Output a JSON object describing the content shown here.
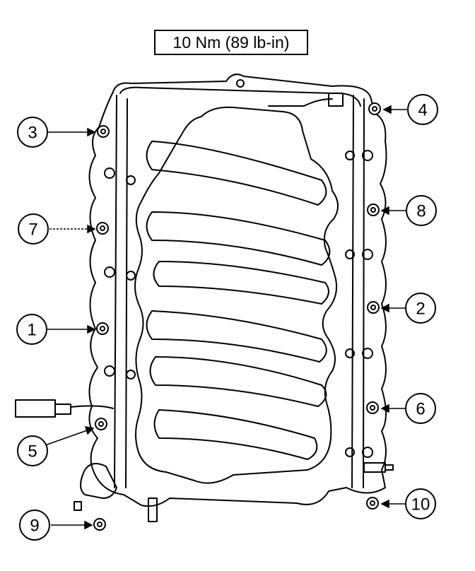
{
  "torque_spec": "10 Nm (89 lb-in)",
  "sequence_callouts": [
    "1",
    "2",
    "3",
    "4",
    "5",
    "6",
    "7",
    "8",
    "9",
    "10"
  ],
  "colors": {
    "line": "#000000",
    "background": "#ffffff"
  }
}
